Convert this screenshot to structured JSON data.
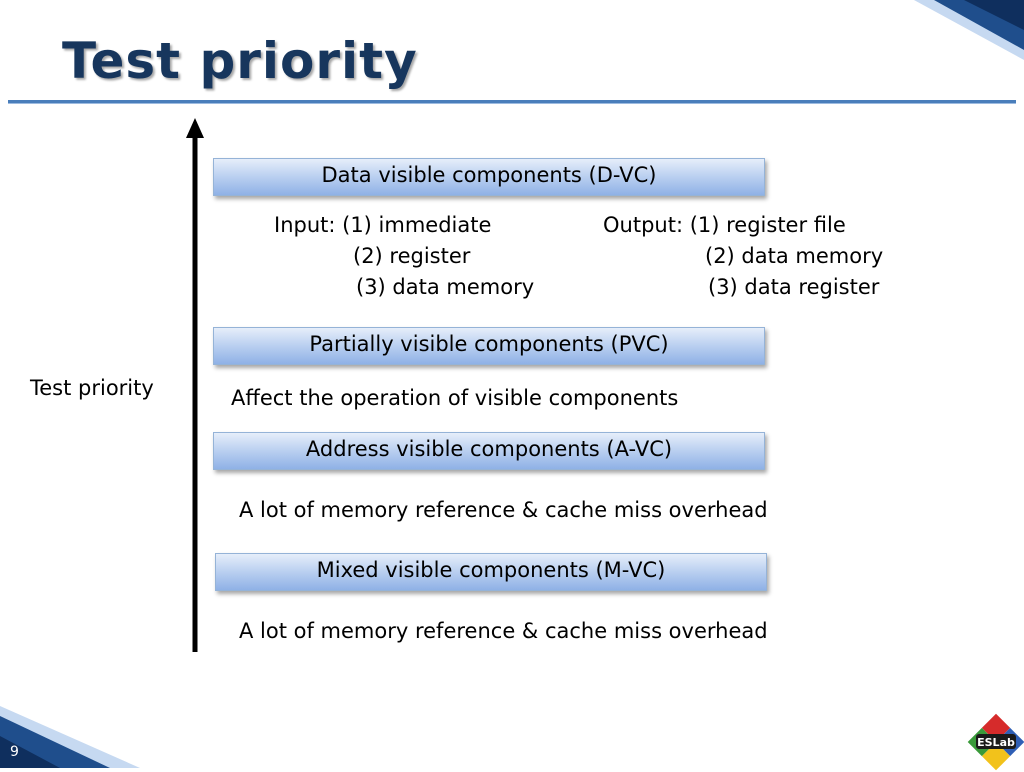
{
  "slide": {
    "title": "Test priority",
    "axis_label": "Test priority",
    "page_number": "9",
    "logo_text": "ESLab"
  },
  "dvc": {
    "label": "Data visible components (D-VC)",
    "input_1": "Input: (1) immediate",
    "input_2": "(2) register",
    "input_3": "(3) data memory",
    "output_1": "Output: (1) register file",
    "output_2": "(2) data memory",
    "output_3": "(3) data register"
  },
  "pvc": {
    "label": "Partially visible components (PVC)",
    "note": "Affect the operation of visible components"
  },
  "avc": {
    "label": "Address visible components (A-VC)",
    "note": "A lot of memory reference & cache miss overhead"
  },
  "mvc": {
    "label": "Mixed visible components (M-VC)",
    "note": "A lot of memory reference & cache miss overhead"
  },
  "colors": {
    "title": "#17365d",
    "accent": "#4a7ebb",
    "box_fill": "#b9cff0",
    "corner_dark": "#1f4e8c"
  }
}
